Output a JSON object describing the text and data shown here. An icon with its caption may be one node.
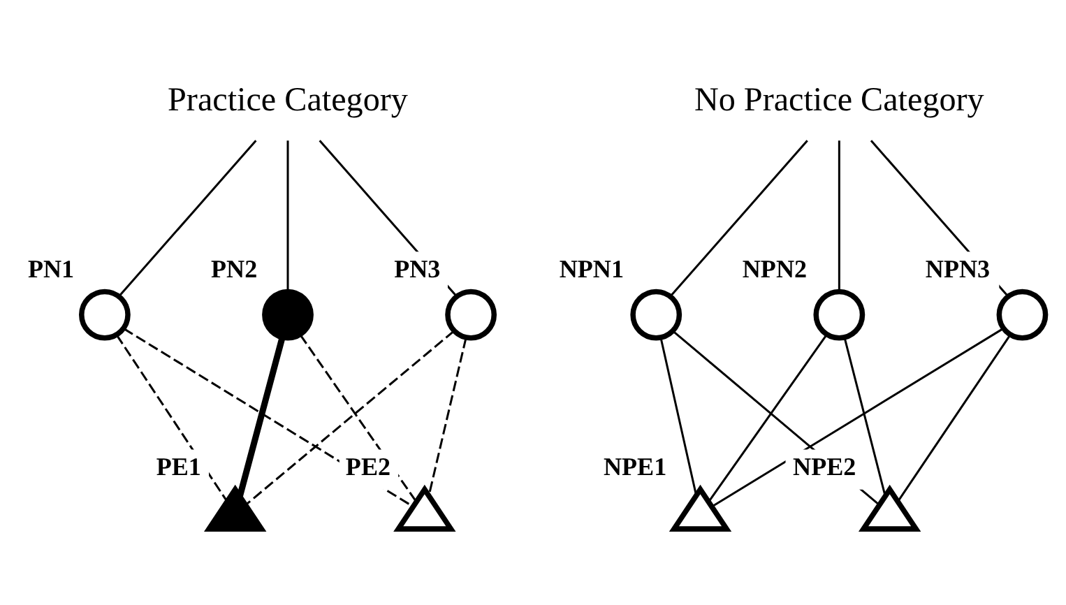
{
  "diagram": {
    "nodes": [
      {
        "text": [
          "Practice Category"
        ]
      },
      {
        "text": [
          "PN1"
        ]
      },
      {
        "text": [
          "PN2"
        ]
      },
      {
        "text": [
          "PN3"
        ]
      },
      {
        "text": [
          "PE1"
        ]
      },
      {
        "text": [
          "PE2"
        ]
      },
      {
        "text": [
          "No Practice Category"
        ]
      },
      {
        "text": [
          "NPN1"
        ]
      },
      {
        "text": [
          "NPN2"
        ]
      },
      {
        "text": [
          "NPN3"
        ]
      },
      {
        "text": [
          "NPE1"
        ]
      },
      {
        "text": [
          "NPE2"
        ]
      }
    ],
    "edges": [
      {
        "from": 0,
        "to": 1,
        "arrow": "none"
      },
      {
        "from": 0,
        "to": 2,
        "arrow": "none"
      },
      {
        "from": 0,
        "to": 3,
        "arrow": "none"
      },
      {
        "from": 1,
        "to": 4,
        "arrow": "none",
        "style": "dashed"
      },
      {
        "from": 1,
        "to": 5,
        "arrow": "none",
        "style": "dashed"
      },
      {
        "from": 2,
        "to": 4,
        "arrow": "none",
        "style": "thick"
      },
      {
        "from": 2,
        "to": 5,
        "arrow": "none",
        "style": "dashed"
      },
      {
        "from": 3,
        "to": 4,
        "arrow": "none",
        "style": "dashed"
      },
      {
        "from": 3,
        "to": 5,
        "arrow": "none",
        "style": "dashed"
      },
      {
        "from": 6,
        "to": 7,
        "arrow": "none"
      },
      {
        "from": 6,
        "to": 8,
        "arrow": "none"
      },
      {
        "from": 6,
        "to": 9,
        "arrow": "none"
      },
      {
        "from": 7,
        "to": 10,
        "arrow": "none"
      },
      {
        "from": 7,
        "to": 11,
        "arrow": "none"
      },
      {
        "from": 8,
        "to": 10,
        "arrow": "none"
      },
      {
        "from": 8,
        "to": 11,
        "arrow": "none"
      },
      {
        "from": 9,
        "to": 10,
        "arrow": "none"
      },
      {
        "from": 9,
        "to": 11,
        "arrow": "none"
      }
    ]
  }
}
